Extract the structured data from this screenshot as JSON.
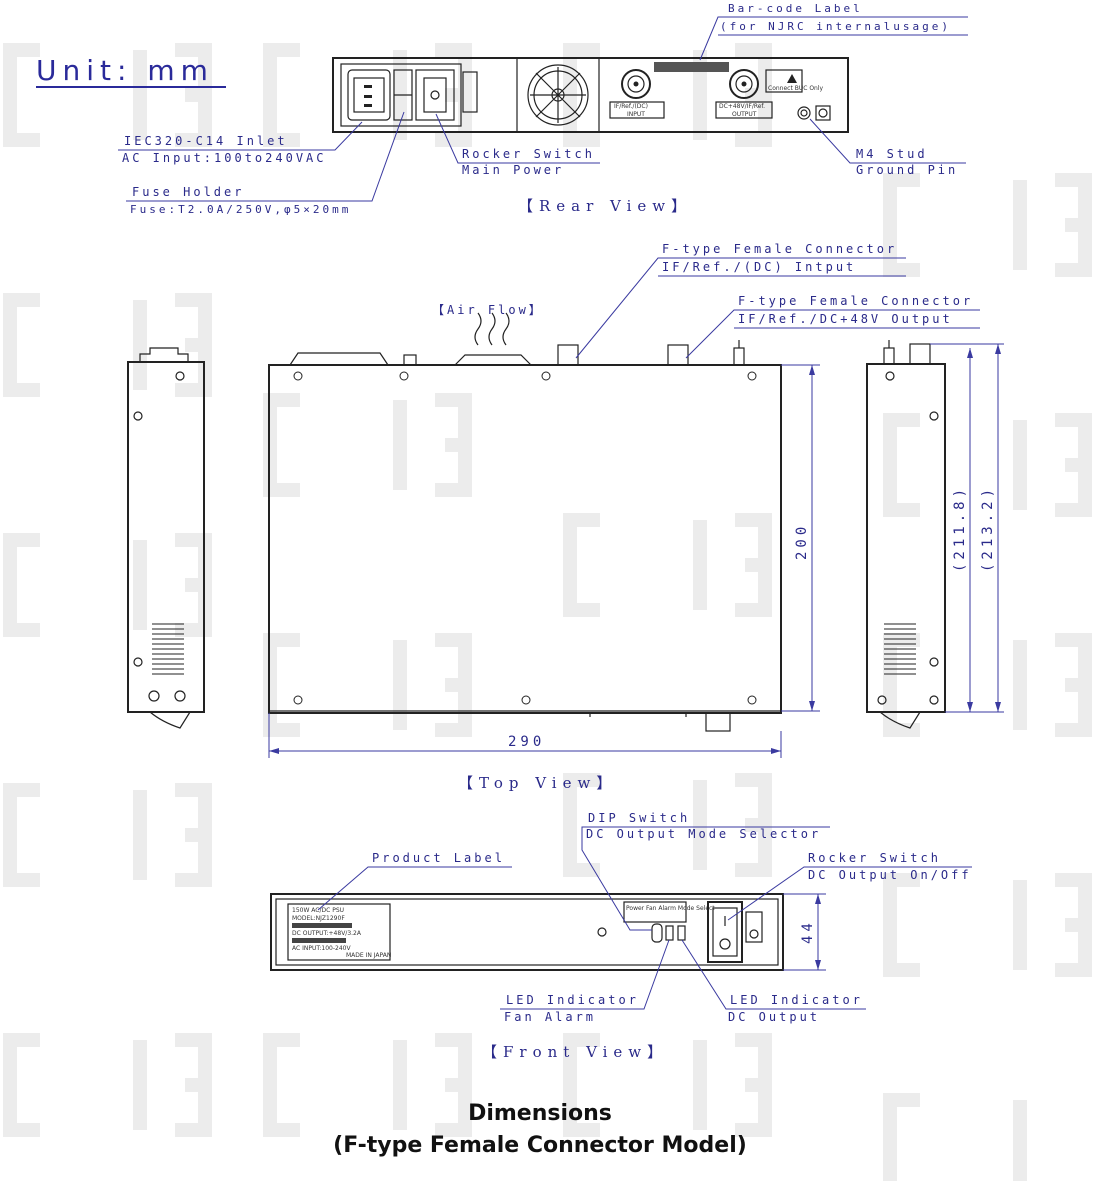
{
  "unit": "Unit: mm",
  "views": {
    "rear": "【Rear View】",
    "top": "【Top View】",
    "front": "【Front View】"
  },
  "labels": {
    "barcode_1": "Bar-code Label",
    "barcode_2": "(for NJRC internalusage)",
    "iec_1": "IEC320-C14 Inlet",
    "iec_2": "AC Input:100to240VAC",
    "fuse_1": "Fuse Holder",
    "fuse_2": "Fuse:T2.0A/250V,φ5×20mm",
    "rocker_rear_1": "Rocker Switch",
    "rocker_rear_2": "Main Power",
    "m4_1": "M4 Stud",
    "m4_2": "Ground Pin",
    "fin_1": "F-type Female Connector",
    "fin_2": "IF/Ref./(DC) Intput",
    "fout_1": "F-type Female Connector",
    "fout_2": "IF/Ref./DC+48V Output",
    "airflow": "【Air Flow】",
    "product_label": "Product Label",
    "dip_1": "DIP Switch",
    "dip_2": "DC Output Mode Selector",
    "rocker_front_1": "Rocker Switch",
    "rocker_front_2": "DC Output On/Off",
    "led_fan_1": "LED Indicator",
    "led_fan_2": "Fan Alarm",
    "led_dc_1": "LED Indicator",
    "led_dc_2": "DC Output"
  },
  "dimensions": {
    "width": "290",
    "depth": "200",
    "depth_a": "(211.8)",
    "depth_b": "(213.2)",
    "height": "44"
  },
  "panel_text": {
    "rear_input": "INPUT",
    "rear_input_sub": "IF/Ref./(DC)",
    "rear_output": "OUTPUT",
    "rear_output_sub": "DC+48V/IF/Ref.",
    "rear_caution": "Connect BUC Only",
    "product_1": "150W AC/DC PSU",
    "product_2": "MODEL:NJZ1290F",
    "product_3": "DC OUTPUT:+48V/3.2A",
    "product_4": "AC INPUT:100-240V",
    "product_5": "MADE IN JAPAN",
    "front_panel": "Power  Fan Alarm  Mode Select"
  },
  "title": {
    "line1": "Dimensions",
    "line2": "(F-type Female Connector Model)"
  },
  "colors": {
    "label_ink": "#2a2a8a",
    "drawing_ink": "#222222",
    "watermark": "#dcdcdc"
  }
}
